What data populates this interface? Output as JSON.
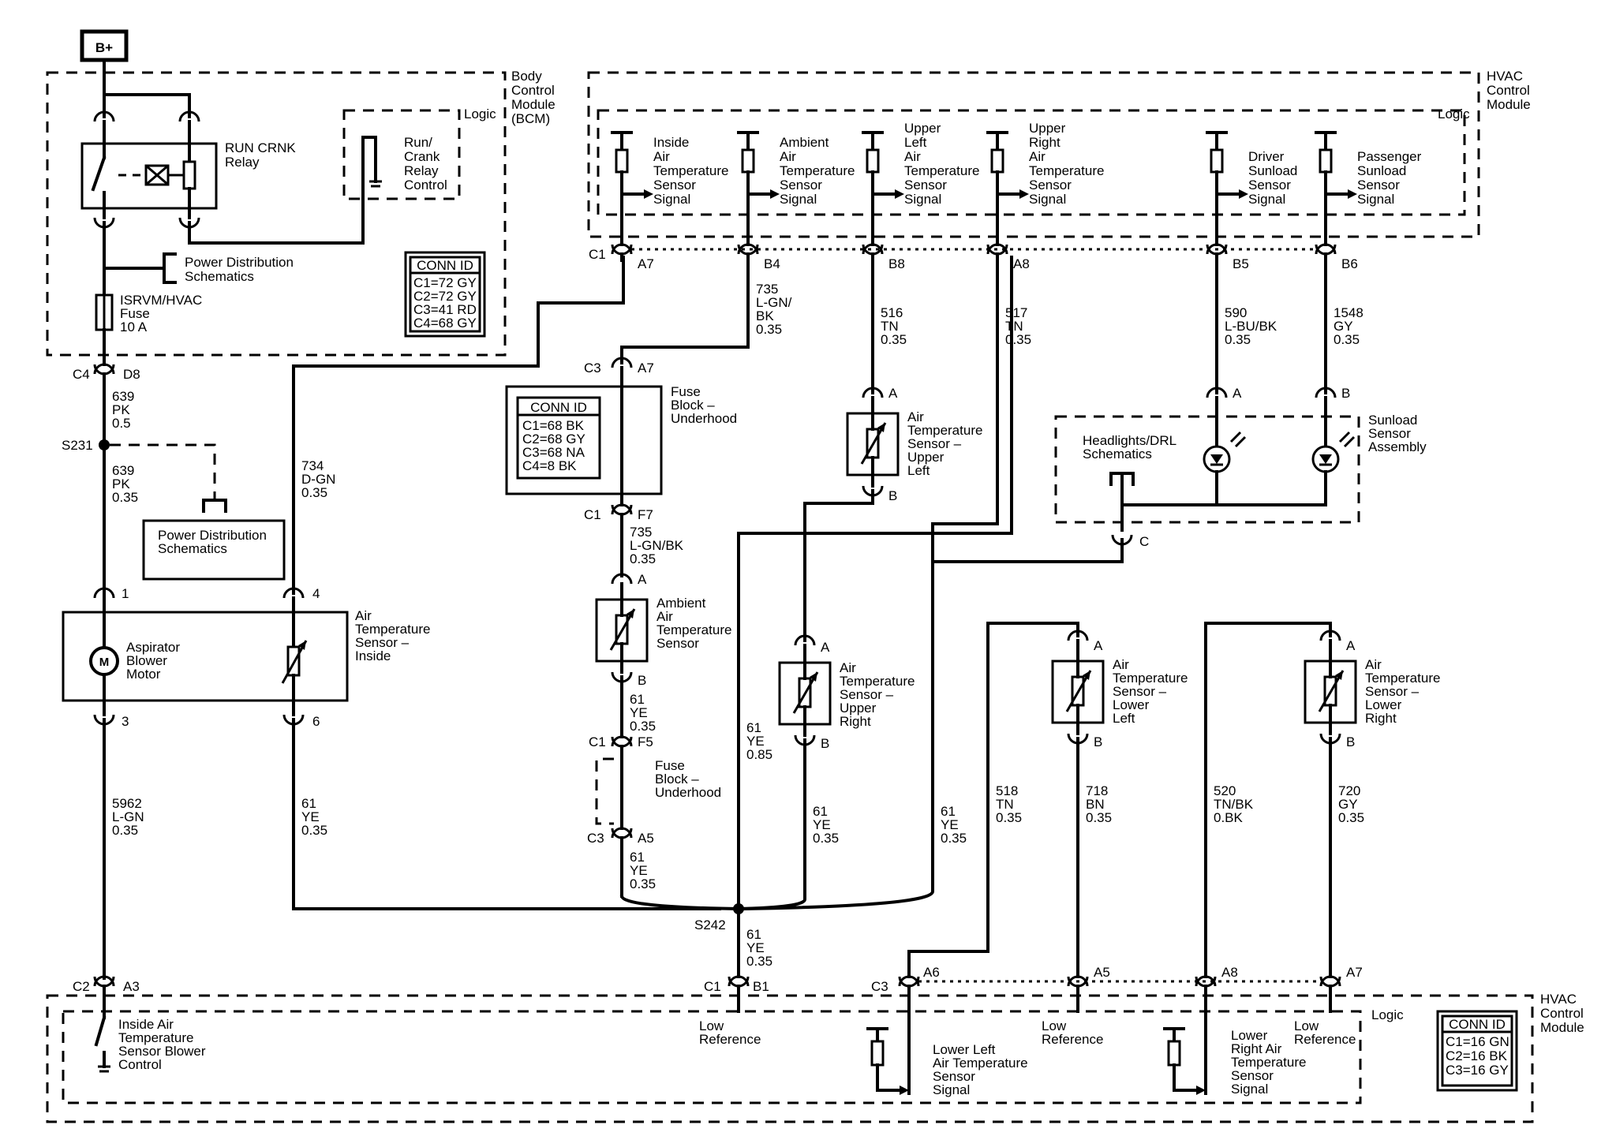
{
  "bcm": {
    "battery": "B+",
    "title": [
      "Body",
      "Control",
      "Module",
      "(BCM)"
    ],
    "relay": [
      "RUN CRNK",
      "Relay"
    ],
    "logic": "Logic",
    "relay_control": [
      "Run/",
      "Crank",
      "Relay",
      "Control"
    ],
    "power_dist": [
      "Power Distribution",
      "Schematics"
    ],
    "fuse": [
      "ISRVM/HVAC",
      "Fuse",
      "10 A"
    ],
    "conn_id": [
      "CONN ID",
      "C1=72 GY",
      "C2=72 GY",
      "C3=41 RD",
      "C4=68 GY"
    ]
  },
  "left": {
    "c4": "C4",
    "d8": "D8",
    "w639a": [
      "639",
      "PK",
      "0.5"
    ],
    "s231": "S231",
    "power_dist": [
      "Power Distribution",
      "Schematics"
    ],
    "w639b": [
      "639",
      "PK",
      "0.35"
    ],
    "pin1": "1",
    "pin4": "4",
    "pin3": "3",
    "pin6": "6",
    "motor_symbol": "M",
    "aspirator": [
      "Aspirator",
      "Blower",
      "Motor"
    ],
    "inside_sensor": [
      "Air",
      "Temperature",
      "Sensor –",
      "Inside"
    ],
    "w5962": [
      "5962",
      "L-GN",
      "0.35"
    ],
    "w61": [
      "61",
      "YE",
      "0.35"
    ],
    "w734": [
      "734",
      "D-GN",
      "0.35"
    ]
  },
  "hvac_top": {
    "title": [
      "HVAC",
      "Control",
      "Module"
    ],
    "logic": "Logic",
    "sensors": [
      [
        "Inside",
        "Air",
        "Temperature",
        "Sensor",
        "Signal"
      ],
      [
        "Ambient",
        "Air",
        "Temperature",
        "Sensor",
        "Signal"
      ],
      [
        "Upper",
        "Left",
        "Air",
        "Temperature",
        "Sensor",
        "Signal"
      ],
      [
        "Upper",
        "Right",
        "Air",
        "Temperature",
        "Sensor",
        "Signal"
      ],
      [
        "Driver",
        "Sunload",
        "Sensor",
        "Signal"
      ],
      [
        "Passenger",
        "Sunload",
        "Sensor",
        "Signal"
      ]
    ],
    "c1": "C1",
    "pins": [
      "A7",
      "B4",
      "B8",
      "A8",
      "B5",
      "B6"
    ]
  },
  "center": {
    "w735a": [
      "735",
      "L-GN/",
      "BK",
      "0.35"
    ],
    "c3a": "C3",
    "a7": "A7",
    "conn_id": [
      "CONN ID",
      "C1=68 BK",
      "C2=68 GY",
      "C3=68 NA",
      "C4=8 BK"
    ],
    "fuse_block": [
      "Fuse",
      "Block –",
      "Underhood"
    ],
    "c1a": "C1",
    "f7": "F7",
    "w735b": [
      "735",
      "L-GN/BK",
      "0.35"
    ],
    "amb_a": "A",
    "amb_b": "B",
    "ambient": [
      "Ambient",
      "Air",
      "Temperature",
      "Sensor"
    ],
    "w61a": [
      "61",
      "YE",
      "0.35"
    ],
    "c1b": "C1",
    "f5": "F5",
    "fuse_block2": [
      "Fuse",
      "Block –",
      "Underhood"
    ],
    "c3b": "C3",
    "a5": "A5",
    "w61b": [
      "61",
      "YE",
      "0.35"
    ],
    "s242": "S242",
    "w61c": [
      "61",
      "YE",
      "0.35"
    ],
    "w61d": [
      "61",
      "YE",
      "0.85"
    ],
    "w516": [
      "516",
      "TN",
      "0.35"
    ],
    "ul_a": "A",
    "ul_b": "B",
    "upper_left": [
      "Air",
      "Temperature",
      "Sensor –",
      "Upper",
      "Left"
    ],
    "ur_a": "A",
    "ur_b": "B",
    "upper_right": [
      "Air",
      "Temperature",
      "Sensor –",
      "Upper",
      "Right"
    ],
    "w61e": [
      "61",
      "YE",
      "0.35"
    ],
    "w517": [
      "517",
      "TN",
      "0.35"
    ],
    "w61f": [
      "61",
      "YE",
      "0.35"
    ]
  },
  "right": {
    "w590": [
      "590",
      "L-BU/BK",
      "0.35"
    ],
    "w1548": [
      "1548",
      "GY",
      "0.35"
    ],
    "sun_a": "A",
    "sun_b": "B",
    "sun_c": "C",
    "sunload": [
      "Sunload",
      "Sensor",
      "Assembly"
    ],
    "headlights": [
      "Headlights/DRL",
      "Schematics"
    ],
    "ll_a": "A",
    "ll_b": "B",
    "lower_left": [
      "Air",
      "Temperature",
      "Sensor –",
      "Lower",
      "Left"
    ],
    "w518": [
      "518",
      "TN",
      "0.35"
    ],
    "w718": [
      "718",
      "BN",
      "0.35"
    ],
    "lr_a": "A",
    "lr_b": "B",
    "lower_right": [
      "Air",
      "Temperature",
      "Sensor –",
      "Lower",
      "Right"
    ],
    "w520": [
      "520",
      "TN/BK",
      "0.BK"
    ],
    "w720": [
      "720",
      "GY",
      "0.35"
    ]
  },
  "bottom": {
    "c2": "C2",
    "a3": "A3",
    "c1": "C1",
    "b1": "B1",
    "c3": "C3",
    "a6": "A6",
    "a5": "A5",
    "a8": "A8",
    "a7": "A7",
    "title": [
      "HVAC",
      "Control",
      "Module"
    ],
    "logic": "Logic",
    "blower_control": [
      "Inside Air",
      "Temperature",
      "Sensor Blower",
      "Control"
    ],
    "low_ref": [
      "Low",
      "Reference"
    ],
    "ll_signal": [
      "Lower Left",
      "Air Temperature",
      "Sensor",
      "Signal"
    ],
    "lr_signal": [
      "Lower",
      "Right Air",
      "Temperature",
      "Sensor",
      "Signal"
    ],
    "conn_id": [
      "CONN ID",
      "C1=16 GN",
      "C2=16 BK",
      "C3=16 GY"
    ]
  }
}
